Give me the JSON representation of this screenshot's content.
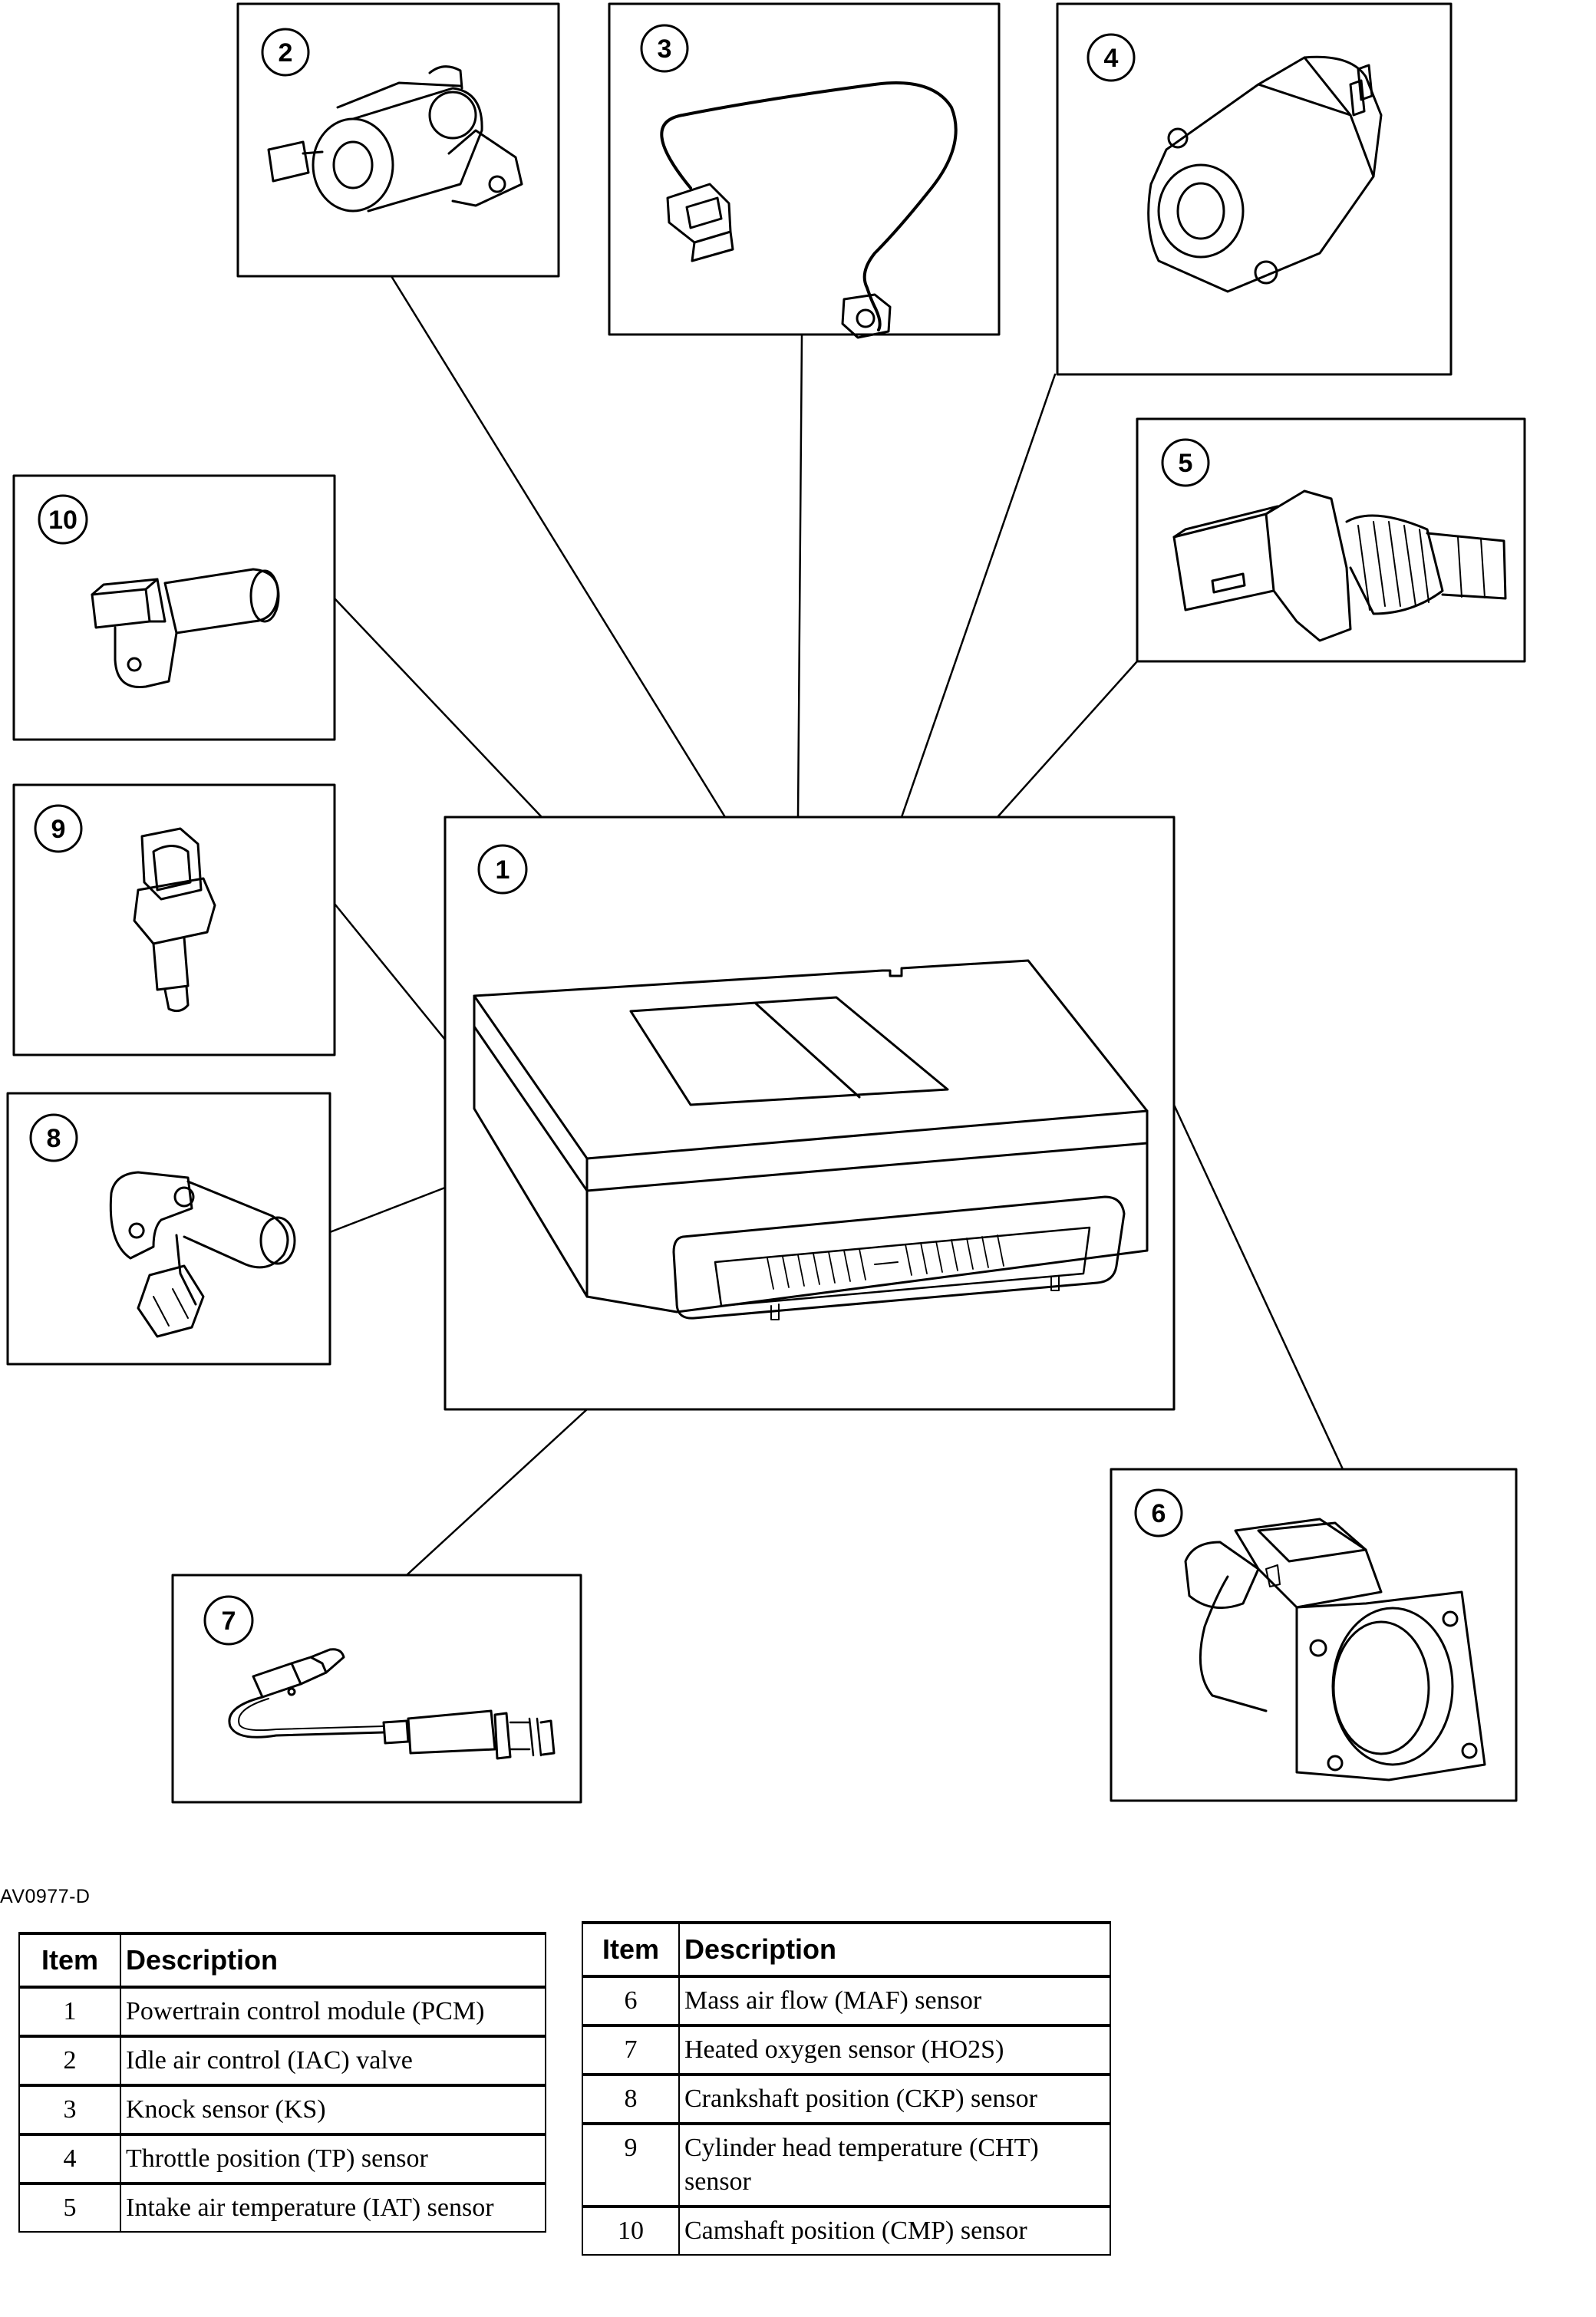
{
  "callouts": [
    "1",
    "2",
    "3",
    "4",
    "5",
    "6",
    "7",
    "8",
    "9",
    "10"
  ],
  "figure_id": "AV0977-D",
  "legend_left": {
    "headers": [
      "Item",
      "Description"
    ],
    "rows": [
      {
        "item": "1",
        "description": "Powertrain control module (PCM)"
      },
      {
        "item": "2",
        "description": "Idle air control (IAC) valve"
      },
      {
        "item": "3",
        "description": "Knock sensor (KS)"
      },
      {
        "item": "4",
        "description": "Throttle position (TP) sensor"
      },
      {
        "item": "5",
        "description": "Intake air temperature (IAT) sensor"
      }
    ]
  },
  "legend_right": {
    "headers": [
      "Item",
      "Description"
    ],
    "rows": [
      {
        "item": "6",
        "description": "Mass air flow (MAF) sensor"
      },
      {
        "item": "7",
        "description": "Heated oxygen sensor (HO2S)"
      },
      {
        "item": "8",
        "description": "Crankshaft position (CKP) sensor"
      },
      {
        "item": "9",
        "description": "Cylinder head temperature (CHT) sensor"
      },
      {
        "item": "10",
        "description": "Camshaft position (CMP) sensor"
      }
    ]
  }
}
